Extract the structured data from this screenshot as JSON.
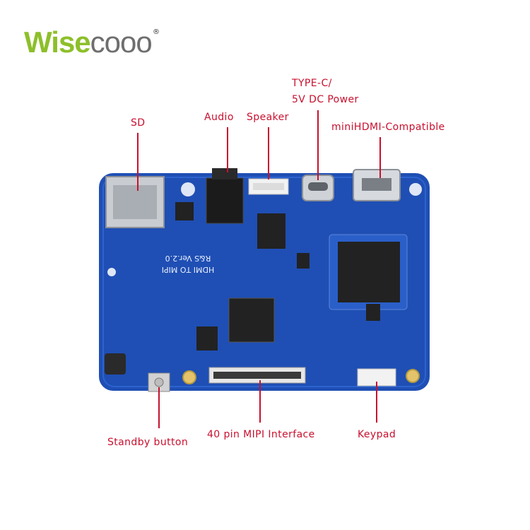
{
  "brand": {
    "name_part1": "Wise",
    "name_part2": "cooo",
    "trademark": "®"
  },
  "labels": {
    "sd": "SD",
    "audio": "Audio",
    "speaker": "Speaker",
    "typec_line1": "TYPE-C/",
    "typec_line2": "5V DC Power",
    "minihdmi": "miniHDMI-Compatible",
    "standby": "Standby button",
    "mipi": "40 pin MIPI Interface",
    "keypad": "Keypad"
  },
  "board_silkscreen": {
    "line1": "HDMI TO MIPI",
    "line2": "R&S Ver.2.0"
  },
  "colors": {
    "board": "#1f4fb4",
    "callout": "#c8102e",
    "brand_green": "#8dbf2a",
    "brand_gray": "#6e6e6e"
  }
}
